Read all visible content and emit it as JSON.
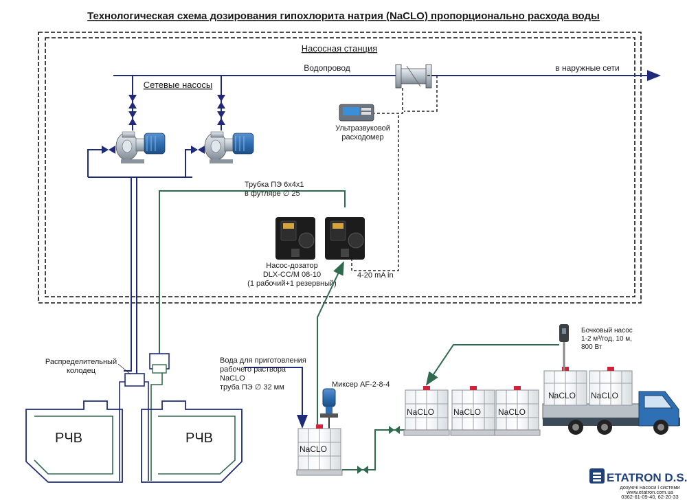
{
  "title": "Технологическая схема дозирования гипохлорита натрия (NaCLO) пропорционально расхода воды",
  "station_label": "Насосная станция",
  "water_main": {
    "label": "Водопровод",
    "outlet_label": "в наружные сети"
  },
  "network_pumps_label": "Сетевые насосы",
  "flowmeter": {
    "line1": "Ультразвуковой",
    "line2": "расходомер"
  },
  "tube_label": {
    "line1": "Трубка ПЭ 6х4х1",
    "line2": "в футляре ∅ 25"
  },
  "doser": {
    "line1": "Насос-дозатор",
    "line2": "DLX-CC/M  08-10",
    "line3": "(1 рабочий+1 резервный)",
    "signal": "4-20 mA in"
  },
  "distribution_well": {
    "line1": "Распределительный",
    "line2": "колодец"
  },
  "tank_left": "РЧВ",
  "tank_right": "РЧВ",
  "prep_water": {
    "line1": "Вода для приготовления",
    "line2": "рабочего раствора",
    "line3": "NaCLO",
    "line4": "труба ПЭ ∅ 32 мм"
  },
  "mixer_label": "Миксер AF-2-8-4",
  "barrel_pump": {
    "line1": "Бочковый насос",
    "line2": "1-2 м³/год, 10 м,",
    "line3": "800 Вт"
  },
  "container_label": "NaCLO",
  "logo": {
    "brand": "ETATRON D.S.",
    "tagline": "дозуючі насоси і системи",
    "site": "www.etatron.com.ua",
    "phone": "0362-61-09-40, 62-20-33"
  },
  "colors": {
    "water_pipe": "#1f2a7a",
    "reagent_pipe": "#2e6a4e",
    "signal": "#222222",
    "pump_blue": "#2f6fb3",
    "container_frame": "#9aa1a8"
  }
}
